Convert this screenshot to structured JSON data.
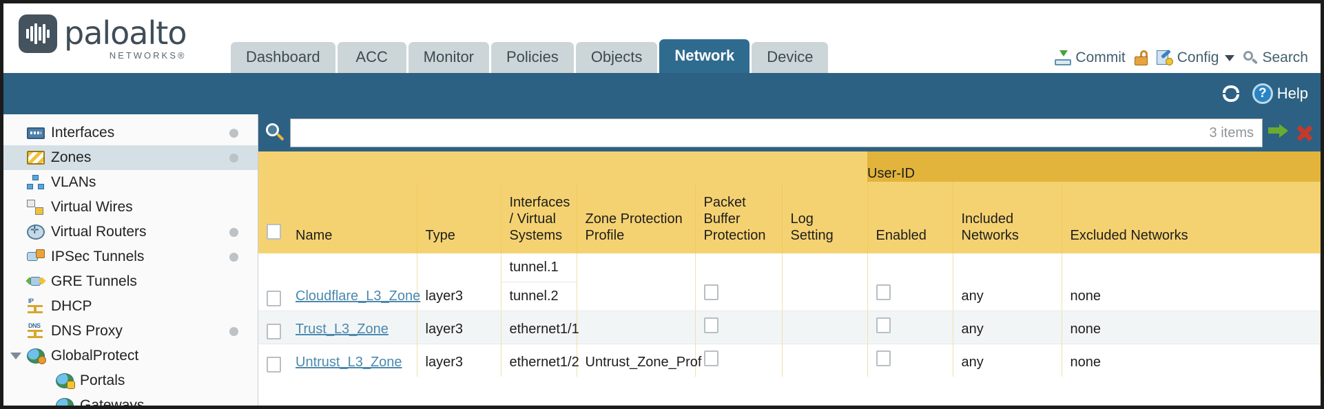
{
  "brand": {
    "name": "paloalto",
    "sub": "NETWORKS®"
  },
  "tabs": [
    {
      "label": "Dashboard",
      "active": false
    },
    {
      "label": "ACC",
      "active": false
    },
    {
      "label": "Monitor",
      "active": false
    },
    {
      "label": "Policies",
      "active": false
    },
    {
      "label": "Objects",
      "active": false
    },
    {
      "label": "Network",
      "active": true
    },
    {
      "label": "Device",
      "active": false
    }
  ],
  "utility": {
    "commit": "Commit",
    "config": "Config",
    "search": "Search"
  },
  "bluebar": {
    "help": "Help"
  },
  "sidebar": {
    "items": [
      {
        "label": "Interfaces",
        "icon": "interfaces-icon",
        "selected": false,
        "dot": true,
        "child": false,
        "expander": false
      },
      {
        "label": "Zones",
        "icon": "zones-icon",
        "selected": true,
        "dot": true,
        "child": false,
        "expander": false
      },
      {
        "label": "VLANs",
        "icon": "vlans-icon",
        "selected": false,
        "dot": false,
        "child": false,
        "expander": false
      },
      {
        "label": "Virtual Wires",
        "icon": "virtual-wires-icon",
        "selected": false,
        "dot": false,
        "child": false,
        "expander": false
      },
      {
        "label": "Virtual Routers",
        "icon": "virtual-routers-icon",
        "selected": false,
        "dot": true,
        "child": false,
        "expander": false
      },
      {
        "label": "IPSec Tunnels",
        "icon": "ipsec-tunnels-icon",
        "selected": false,
        "dot": true,
        "child": false,
        "expander": false
      },
      {
        "label": "GRE Tunnels",
        "icon": "gre-tunnels-icon",
        "selected": false,
        "dot": false,
        "child": false,
        "expander": false
      },
      {
        "label": "DHCP",
        "icon": "dhcp-icon",
        "selected": false,
        "dot": false,
        "child": false,
        "expander": false
      },
      {
        "label": "DNS Proxy",
        "icon": "dns-proxy-icon",
        "selected": false,
        "dot": true,
        "child": false,
        "expander": false
      },
      {
        "label": "GlobalProtect",
        "icon": "globalprotect-icon",
        "selected": false,
        "dot": false,
        "child": false,
        "expander": true
      },
      {
        "label": "Portals",
        "icon": "portals-icon",
        "selected": false,
        "dot": false,
        "child": true,
        "expander": false
      },
      {
        "label": "Gateways",
        "icon": "gateways-icon",
        "selected": false,
        "dot": false,
        "child": true,
        "expander": false
      }
    ]
  },
  "filter": {
    "value": "",
    "placeholder": "",
    "count": "3 items"
  },
  "table": {
    "group_header": "User-ID",
    "columns": [
      "Name",
      "Type",
      "Interfaces / Virtual Systems",
      "Zone Protection Profile",
      "Packet Buffer Protection",
      "Log Setting",
      "Enabled",
      "Included Networks",
      "Excluded Networks"
    ],
    "rows": [
      {
        "selected": false,
        "name": "Cloudflare_L3_Zone",
        "type": "layer3",
        "interfaces": [
          "tunnel.1",
          "tunnel.2"
        ],
        "zone_protection_profile": "",
        "packet_buffer_protection": false,
        "log_setting": "",
        "userid_enabled": false,
        "included_networks": "any",
        "excluded_networks": "none"
      },
      {
        "selected": false,
        "name": "Trust_L3_Zone",
        "type": "layer3",
        "interfaces": [
          "ethernet1/1"
        ],
        "zone_protection_profile": "",
        "packet_buffer_protection": false,
        "log_setting": "",
        "userid_enabled": false,
        "included_networks": "any",
        "excluded_networks": "none"
      },
      {
        "selected": false,
        "name": "Untrust_L3_Zone",
        "type": "layer3",
        "interfaces": [
          "ethernet1/2"
        ],
        "zone_protection_profile": "Untrust_Zone_Prof",
        "packet_buffer_protection": false,
        "log_setting": "",
        "userid_enabled": false,
        "included_networks": "any",
        "excluded_networks": "none"
      }
    ]
  },
  "colors": {
    "header_amber": "#f5d271",
    "group_amber": "#e3b43b",
    "active_tab_blue": "#2f6b8f",
    "bar_blue": "#2c6183",
    "link_blue": "#4b88ad"
  }
}
